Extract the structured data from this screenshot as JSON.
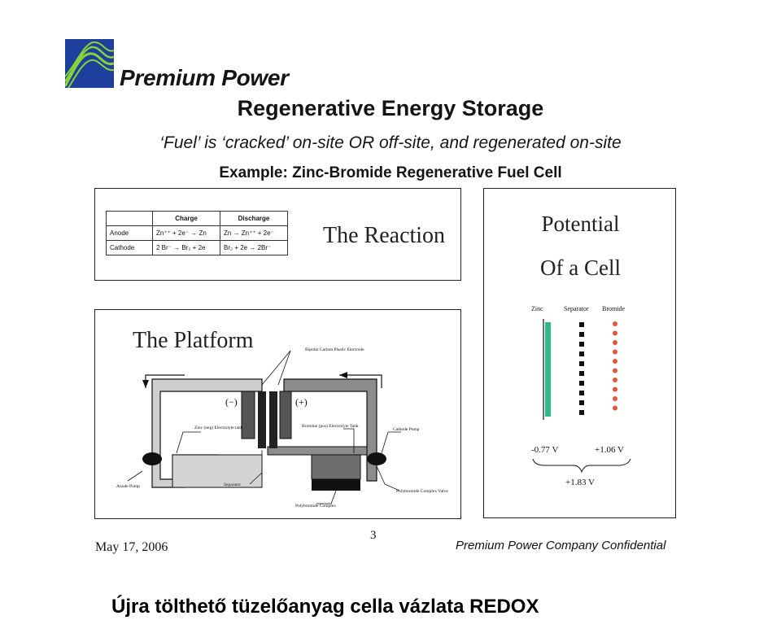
{
  "brand": {
    "name": "Premium Power"
  },
  "slide": {
    "title": "Regenerative Energy Storage",
    "subtitle": "‘Fuel’ is ‘cracked’ on-site OR off-site, and regenerated on-site",
    "example": "Example:  Zinc-Bromide Regenerative Fuel Cell"
  },
  "reaction": {
    "label": "The Reaction",
    "headers": [
      "",
      "Charge",
      "Discharge"
    ],
    "rows": [
      [
        "Anode",
        "Zn⁺⁺ + 2e⁻ → Zn",
        "Zn → Zn⁺⁺ + 2e⁻"
      ],
      [
        "Cathode",
        "2 Br⁻ → Br₂ + 2e",
        "Br₂ + 2e → 2Br⁻"
      ]
    ]
  },
  "platform": {
    "label": "The Platform",
    "plus_sign": "(+)",
    "minus_sign": "(−)",
    "annotations": {
      "bipolar": "Bipolar Carbon Plastic Electrode",
      "zinc_tank": "Zinc (neg) Electrolyte tank",
      "bromine_tank": "Bromine (pos) Electrolyte Tank",
      "cathode_pump": "Cathode Pump",
      "anode_pump": "Anode Pump",
      "separator": "Separator",
      "complex": "Polybromide Complex",
      "valve": "Polybromide Complex Valve"
    }
  },
  "potential": {
    "title_line1": "Potential",
    "title_line2": "Of a Cell",
    "columns": [
      "Zinc",
      "Separator",
      "Bromide"
    ],
    "zinc_voltage": "-0.77 V",
    "bromide_voltage": "+1.06 V",
    "cell_voltage": "+1.83 V",
    "colors": {
      "zinc": "#2fb98e",
      "bromide": "#e8543a",
      "separator": "#111111"
    }
  },
  "footer": {
    "date": "May 17, 2006",
    "page": "3",
    "confidential": "Premium Power Company Confidential"
  },
  "caption": "Újra tölthető tüzelőanyag cella vázlata  REDOX",
  "icons": {
    "logo": "premium-power-logo"
  }
}
